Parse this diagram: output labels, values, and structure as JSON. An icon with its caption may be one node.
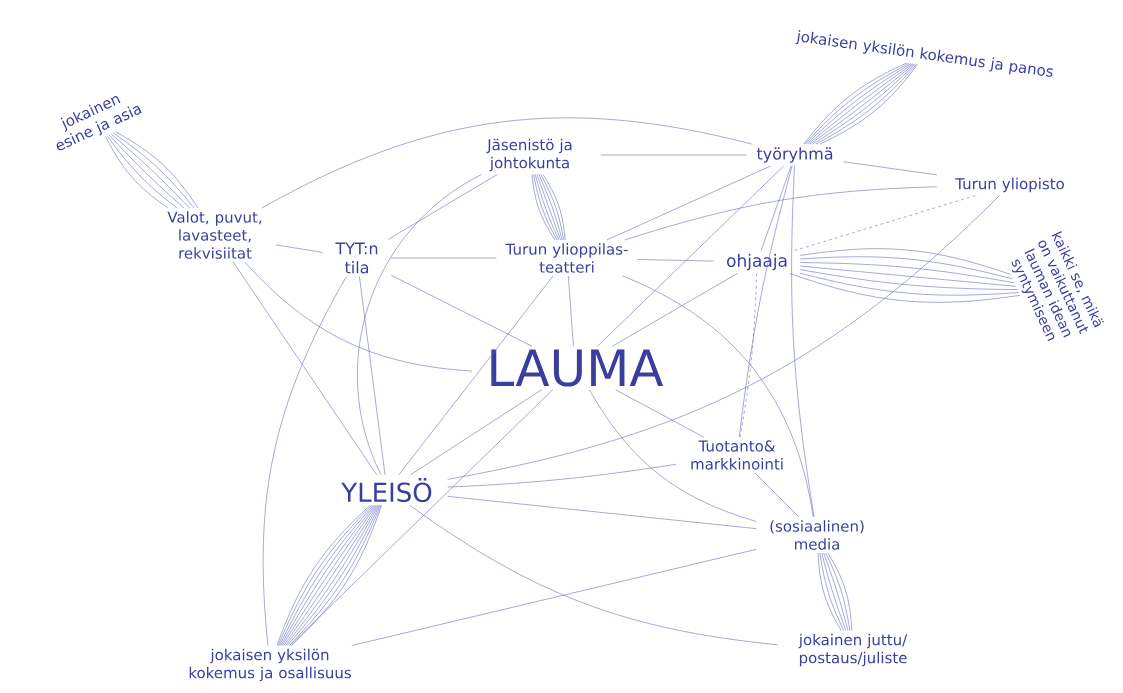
{
  "diagram": {
    "nodes": [
      {
        "text": [
          "jokainen esine ja asia"
        ]
      },
      {
        "text": [
          "Valot, puvut, lavasteet, rekvisiitat"
        ]
      },
      {
        "text": [
          "TYT:n tila"
        ]
      },
      {
        "text": [
          "Jäsenistö ja johtokunta"
        ]
      },
      {
        "text": [
          "Turun ylioppilas- teatteri"
        ]
      },
      {
        "text": [
          "työryhmä"
        ]
      },
      {
        "text": [
          "jokaisen yksilön kokemus ja panos"
        ]
      },
      {
        "text": [
          "Turun yliopisto"
        ]
      },
      {
        "text": [
          "ohjaaja"
        ]
      },
      {
        "text": [
          "kaikki se, mikä on vaikuttanut lauman idean syntymiseen"
        ]
      },
      {
        "text": [
          "LAUMA"
        ]
      },
      {
        "text": [
          "Tuotanto& markkinointi"
        ]
      },
      {
        "text": [
          "YLEISÖ"
        ]
      },
      {
        "text": [
          "(sosiaalinen) media"
        ]
      },
      {
        "text": [
          "jokaisen yksilön kokemus ja osallisuus"
        ]
      },
      {
        "text": [
          "jokainen juttu/ postaus/juliste"
        ]
      }
    ],
    "edges": [
      {
        "from": 1,
        "to": 0,
        "arrow": "none"
      },
      {
        "from": 1,
        "to": 5,
        "arrow": "none"
      },
      {
        "from": 1,
        "to": 2,
        "arrow": "none"
      },
      {
        "from": 1,
        "to": 10,
        "arrow": "none"
      },
      {
        "from": 1,
        "to": 12,
        "arrow": "none"
      },
      {
        "from": 2,
        "to": 3,
        "arrow": "none"
      },
      {
        "from": 2,
        "to": 4,
        "arrow": "none"
      },
      {
        "from": 2,
        "to": 10,
        "arrow": "none"
      },
      {
        "from": 2,
        "to": 12,
        "arrow": "none"
      },
      {
        "from": 2,
        "to": 14,
        "arrow": "none"
      },
      {
        "from": 3,
        "to": 4,
        "arrow": "none"
      },
      {
        "from": 3,
        "to": 5,
        "arrow": "none"
      },
      {
        "from": 3,
        "to": 12,
        "arrow": "none"
      },
      {
        "from": 4,
        "to": 8,
        "arrow": "none"
      },
      {
        "from": 4,
        "to": 10,
        "arrow": "none"
      },
      {
        "from": 4,
        "to": 12,
        "arrow": "none"
      },
      {
        "from": 4,
        "to": 13,
        "arrow": "none"
      },
      {
        "from": 5,
        "to": 4,
        "arrow": "none"
      },
      {
        "from": 5,
        "to": 6,
        "arrow": "none"
      },
      {
        "from": 5,
        "to": 7,
        "arrow": "none"
      },
      {
        "from": 5,
        "to": 8,
        "arrow": "none"
      },
      {
        "from": 5,
        "to": 10,
        "arrow": "none"
      },
      {
        "from": 5,
        "to": 11,
        "arrow": "none"
      },
      {
        "from": 5,
        "to": 13,
        "arrow": "none"
      },
      {
        "from": 7,
        "to": 4,
        "arrow": "none"
      },
      {
        "from": 7,
        "to": 12,
        "arrow": "none"
      },
      {
        "from": 8,
        "to": 7,
        "arrow": "none",
        "style": "dashed"
      },
      {
        "from": 8,
        "to": 9,
        "arrow": "none"
      },
      {
        "from": 8,
        "to": 10,
        "arrow": "none"
      },
      {
        "from": 8,
        "to": 11,
        "arrow": "none",
        "style": "dashed"
      },
      {
        "from": 10,
        "to": 11,
        "arrow": "none"
      },
      {
        "from": 10,
        "to": 12,
        "arrow": "none"
      },
      {
        "from": 10,
        "to": 13,
        "arrow": "none"
      },
      {
        "from": 10,
        "to": 14,
        "arrow": "none"
      },
      {
        "from": 11,
        "to": 13,
        "arrow": "none"
      },
      {
        "from": 12,
        "to": 11,
        "arrow": "none"
      },
      {
        "from": 12,
        "to": 13,
        "arrow": "none"
      },
      {
        "from": 12,
        "to": 14,
        "arrow": "none"
      },
      {
        "from": 12,
        "to": 15,
        "arrow": "none"
      },
      {
        "from": 14,
        "to": 13,
        "arrow": "none"
      },
      {
        "from": 13,
        "to": 15,
        "arrow": "none"
      }
    ]
  }
}
